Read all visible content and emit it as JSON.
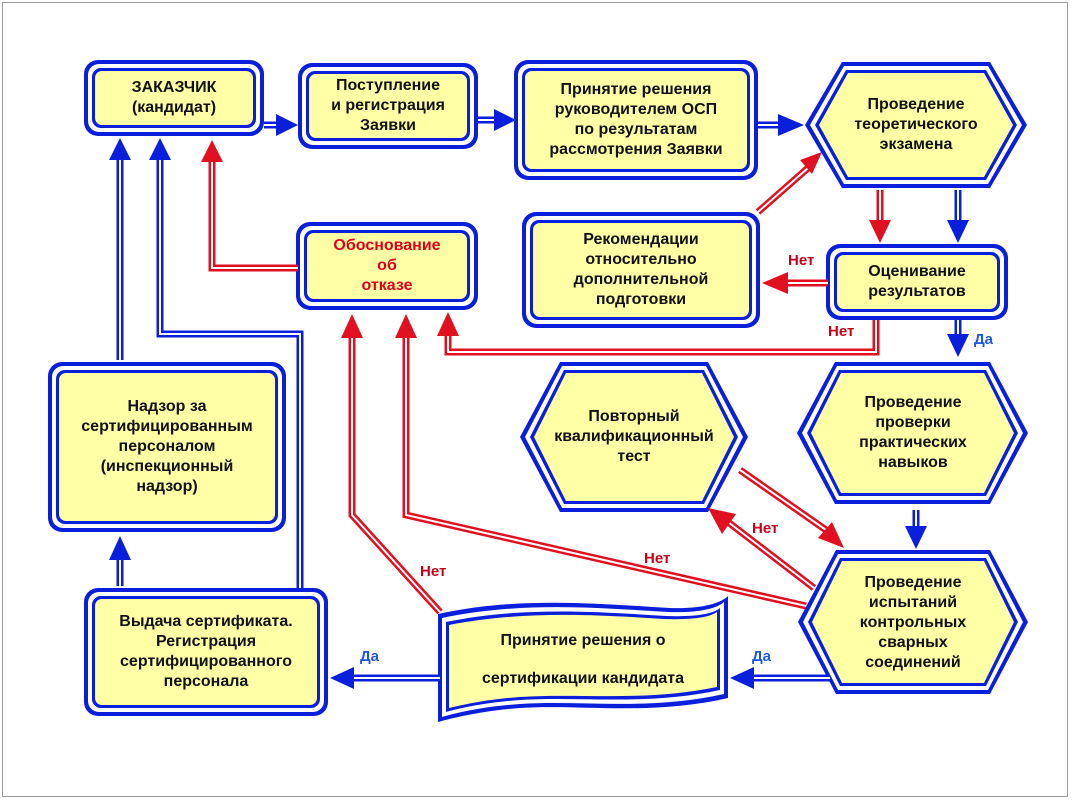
{
  "colors": {
    "box_fill": "#ffffa6",
    "flow_blue": "#0a1fdc",
    "flow_red": "#e01020",
    "tag_no": "#c8001a",
    "tag_yes": "#1f58d9"
  },
  "nodes": {
    "customer": "ЗАКАЗЧИК\n(кандидат)",
    "receipt": "Поступление\nи регистрация\nЗаявки",
    "decision_osp": "Принятие решения\nруководителем ОСП\nпо результатам\nрассмотрения Заявки",
    "theory_exam": "Проведение\nтеоретического\nэкзамена",
    "recommendations": "Рекомендации\nотносительно\nдополнительной\nподготовки",
    "evaluation": "Оценивание\nрезультатов",
    "refusal": "Обоснование\nоб\nотказе",
    "supervision": "Надзор за\nсертифицированным\nперсоналом\n(инспекционный\nнадзор)",
    "retest": "Повторный\nквалификационный\nтест",
    "practical": "Проведение\nпроверки\nпрактических\nнавыков",
    "weld_tests": "Проведение\nиспытаний\nконтрольных\nсварных\nсоединений",
    "cert_decision_line1": "Принятие решения о",
    "cert_decision_line2": "сертификации кандидата",
    "issue_cert": "Выдача сертификата.\nРегистрация\nсертифицированного\nперсонала"
  },
  "edge_labels": {
    "no": "Нет",
    "yes": "Да"
  }
}
